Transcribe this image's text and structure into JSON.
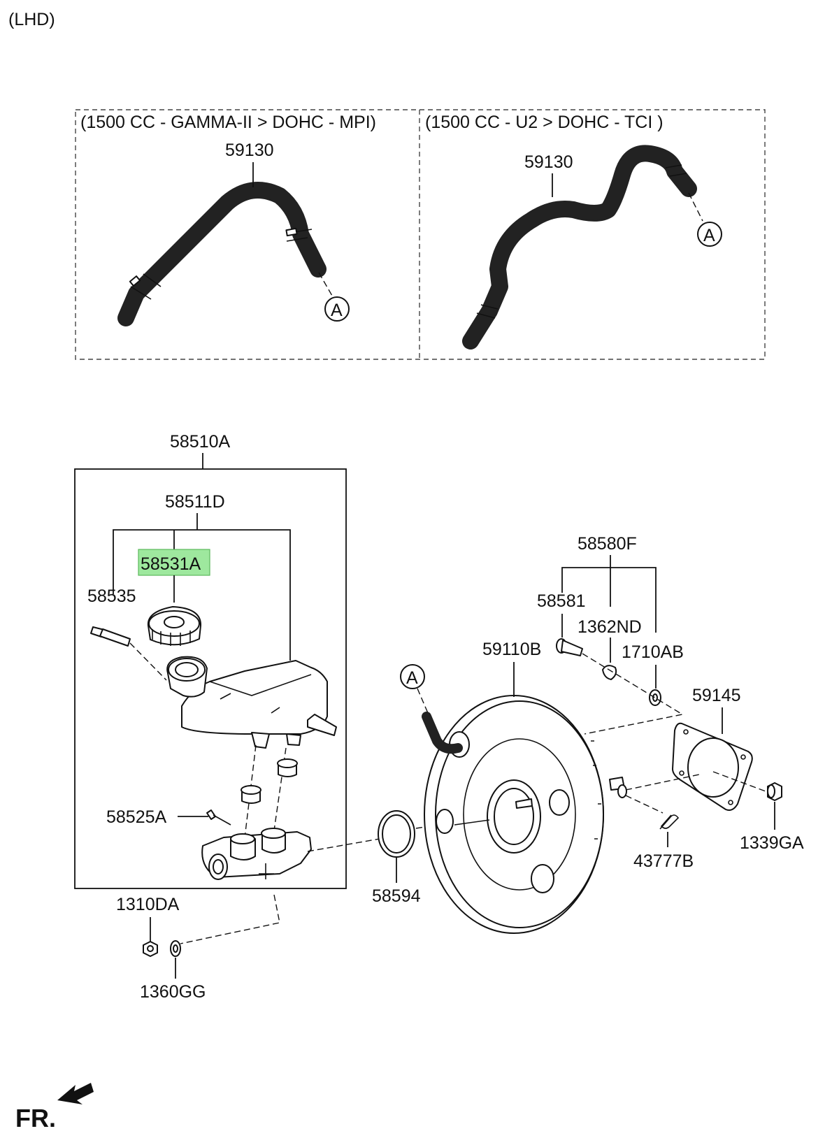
{
  "header": {
    "variant": "(LHD)"
  },
  "panels": [
    {
      "title": "(1500 CC - GAMMA-II > DOHC - MPI)",
      "part": "59130",
      "ref": "A"
    },
    {
      "title": "(1500 CC - U2 > DOHC - TCI )",
      "part": "59130",
      "ref": "A"
    }
  ],
  "master_cylinder": {
    "assy": "58510A",
    "reservoir": "58511D",
    "cap": "58531A",
    "pin": "58535",
    "grommet": "58525A",
    "nut": "1310DA",
    "washer": "1360GG"
  },
  "booster": {
    "assy": "59110B",
    "ref": "A",
    "seal": "58594",
    "kit": "58580F",
    "kit_pin": "58581",
    "kit_clip": "1362ND",
    "kit_washer": "1710AB",
    "gasket": "59145",
    "nut": "1339GA",
    "clevis_pin": "43777B"
  },
  "highlight": {
    "part": "58531A",
    "color": "#9ee89e",
    "border": "#5cb85c"
  },
  "colors": {
    "hose_fill": "#bdbdbd",
    "line": "#111111"
  },
  "footer": {
    "direction": "FR."
  }
}
